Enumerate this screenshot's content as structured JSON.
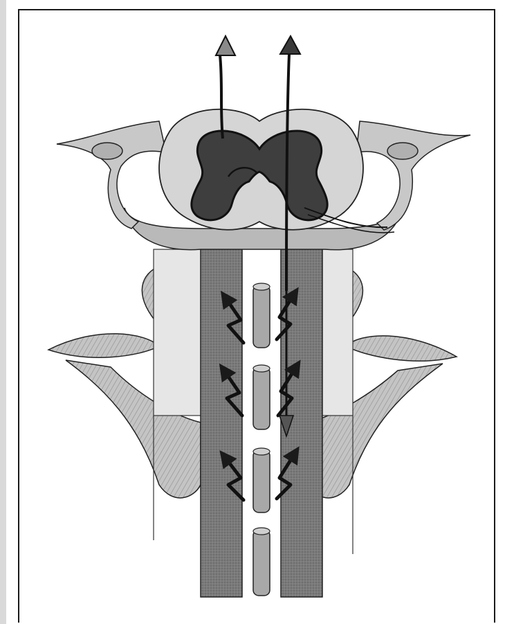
{
  "figure": {
    "background": "#ffffff",
    "frame_color": "#1a1a1a",
    "left_strip_color": "#d9d9d9",
    "colors": {
      "gray_matter": "#3e3e3e",
      "white_matter": "#d0d0d0",
      "column": "#7a7a7a",
      "muscle": "#bdbdbd",
      "arrow_light": "#8a8a8a",
      "arrow_dark": "#3a3a3a",
      "arrow_down": "#555555"
    },
    "elements": [
      "spinal-cord-cross-section",
      "nerve-root-left",
      "nerve-root-right",
      "posterior-column-left",
      "posterior-column-right",
      "interspinous-segments",
      "paraspinal-muscles",
      "ascending-pathway-arrows",
      "descending-pathway-arrow",
      "proprioceptive-impulse-arrows"
    ]
  }
}
